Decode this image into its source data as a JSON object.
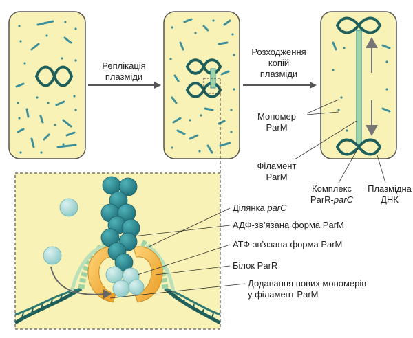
{
  "steps": {
    "replication": [
      "Реплікація",
      "плазміди"
    ],
    "segregation": [
      "Розходження",
      "копій",
      "плазміди"
    ]
  },
  "labels": {
    "monomer": [
      "Мономер",
      "ParM"
    ],
    "filament": [
      "Філамент",
      "ParM"
    ],
    "complex_line1": "Комплекс",
    "complex_prefix": "ParR-",
    "complex_italic": "parC",
    "plasmid_dna": [
      "Плазмідна",
      "ДНК"
    ]
  },
  "inset": {
    "parc_prefix": "Ділянка ",
    "parc_italic": "parC",
    "adp": "АДФ-зв’язана форма ParM",
    "atp": "АТФ-зв’язана форма ParM",
    "parr": "Білок ParR",
    "adding": [
      "Додавання нових мономерів",
      "у філамент ParM"
    ]
  },
  "colors": {
    "cell_fill": "#f8f2b6",
    "cell_stroke": "#555555",
    "dna_dark": "#1f5f5b",
    "parm_teal": "#2f8c94",
    "parm_light": "#a9d9d8",
    "parr_orange": "#f5b93f",
    "parc_green": "#9fd3a3",
    "arrow_gray": "#555555"
  }
}
